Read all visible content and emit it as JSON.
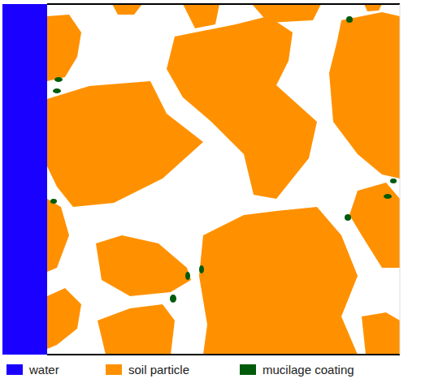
{
  "diagram": {
    "legend": [
      {
        "text": "water",
        "color": "#1a00ff"
      },
      {
        "text": "soil particle",
        "color": "#ff9100"
      },
      {
        "text": "mucilage coating",
        "color": "#005a0a"
      }
    ]
  }
}
